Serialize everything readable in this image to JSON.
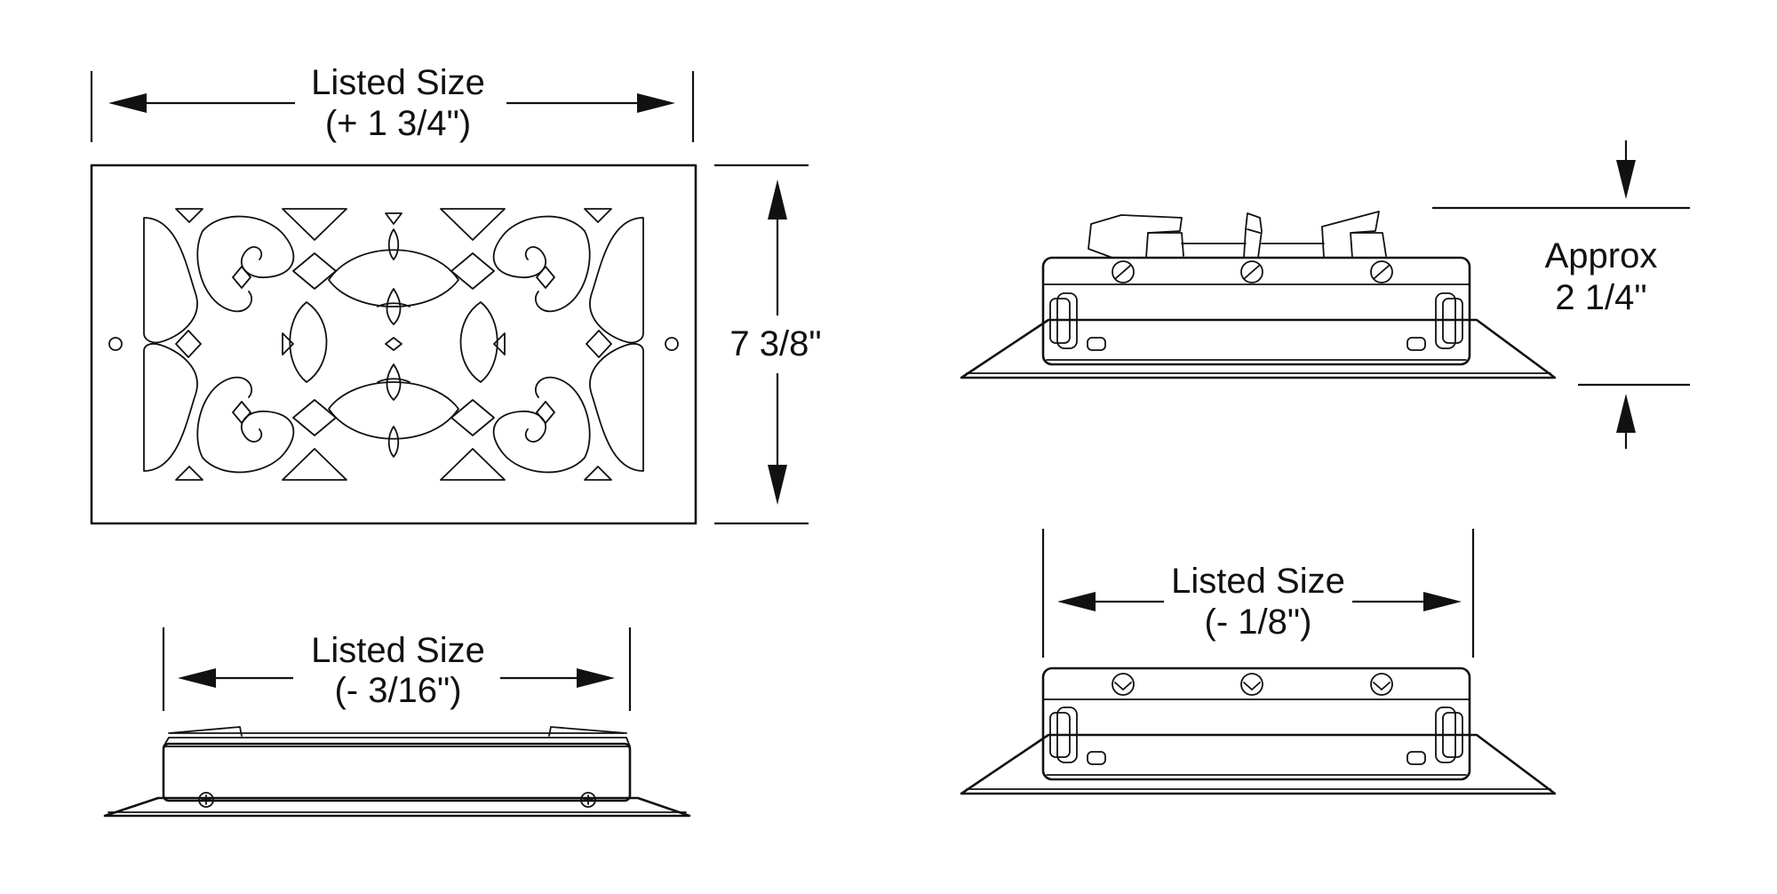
{
  "front_view": {
    "width_label": {
      "line1": "Listed Size",
      "line2": "(+ 1 3/4\")"
    },
    "height_label": "7 3/8\""
  },
  "bottom_view": {
    "width_label": {
      "line1": "Listed Size",
      "line2": "(- 3/16\")"
    }
  },
  "side_view_with_dampers": {
    "depth_label": {
      "line1": "Approx",
      "line2": "2 1/4\""
    }
  },
  "side_view": {
    "width_label": {
      "line1": "Listed Size",
      "line2": "(- 1/8\")"
    }
  },
  "colors": {
    "line": "#111111",
    "background": "#ffffff"
  }
}
